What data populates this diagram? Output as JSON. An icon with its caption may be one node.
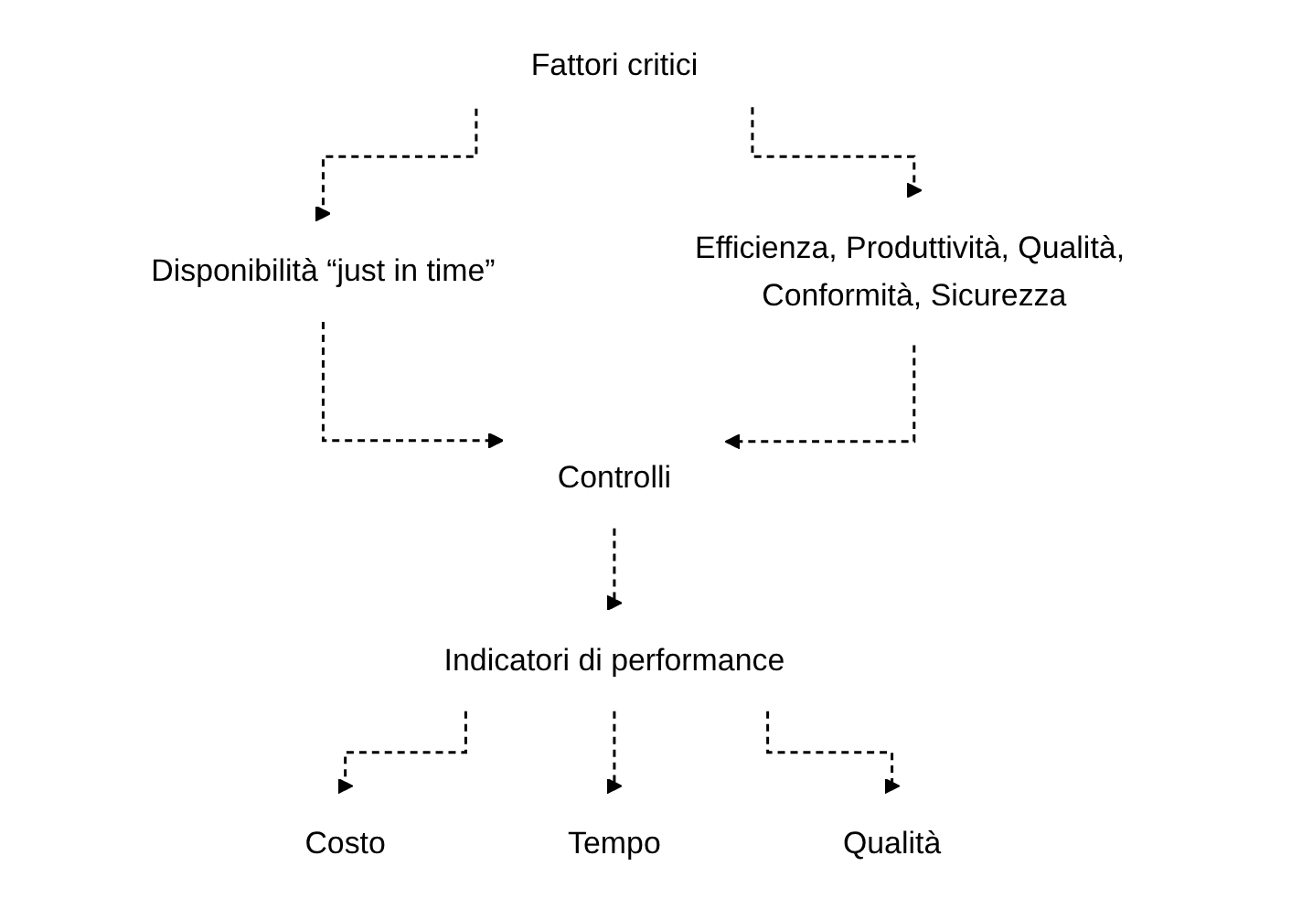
{
  "diagram": {
    "nodes": [
      {
        "text": [
          "Fattori critici"
        ]
      },
      {
        "text": [
          "Disponibilità “just in time”"
        ]
      },
      {
        "text": [
          "Efficienza, Produttività, Qualità, Conformità, Sicurezza"
        ]
      },
      {
        "text": [
          "Controlli"
        ]
      },
      {
        "text": [
          "Indicatori di performance"
        ]
      },
      {
        "text": [
          "Costo"
        ]
      },
      {
        "text": [
          "Tempo"
        ]
      },
      {
        "text": [
          "Qualità"
        ]
      }
    ],
    "edges": [
      {
        "from": 0,
        "to": 1,
        "arrow": "to",
        "style": "dashed"
      },
      {
        "from": 0,
        "to": 2,
        "arrow": "to",
        "style": "dashed"
      },
      {
        "from": 1,
        "to": 3,
        "arrow": "to",
        "style": "dashed"
      },
      {
        "from": 2,
        "to": 3,
        "arrow": "to",
        "style": "dashed"
      },
      {
        "from": 3,
        "to": 4,
        "arrow": "to",
        "style": "dashed"
      },
      {
        "from": 4,
        "to": 5,
        "arrow": "to",
        "style": "dashed"
      },
      {
        "from": 4,
        "to": 6,
        "arrow": "to",
        "style": "dashed"
      },
      {
        "from": 4,
        "to": 7,
        "arrow": "to",
        "style": "dashed"
      }
    ]
  }
}
